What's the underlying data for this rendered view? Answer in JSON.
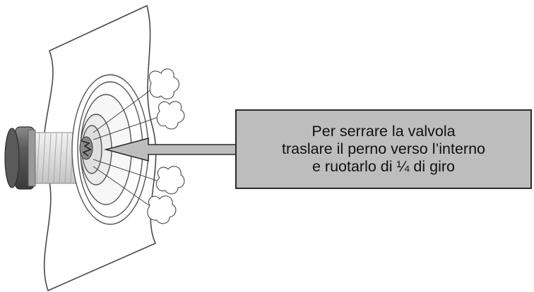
{
  "callout": {
    "lines": [
      "Per serrare la valvola",
      "traslare il perno verso l’interno",
      "e ruotarlo di ¼ di giro"
    ]
  },
  "colors": {
    "callout_fill": "#bdbdbd",
    "callout_border": "#2a2a2a",
    "line_art": "#4a4a4a",
    "panel_fill": "#ffffff"
  }
}
